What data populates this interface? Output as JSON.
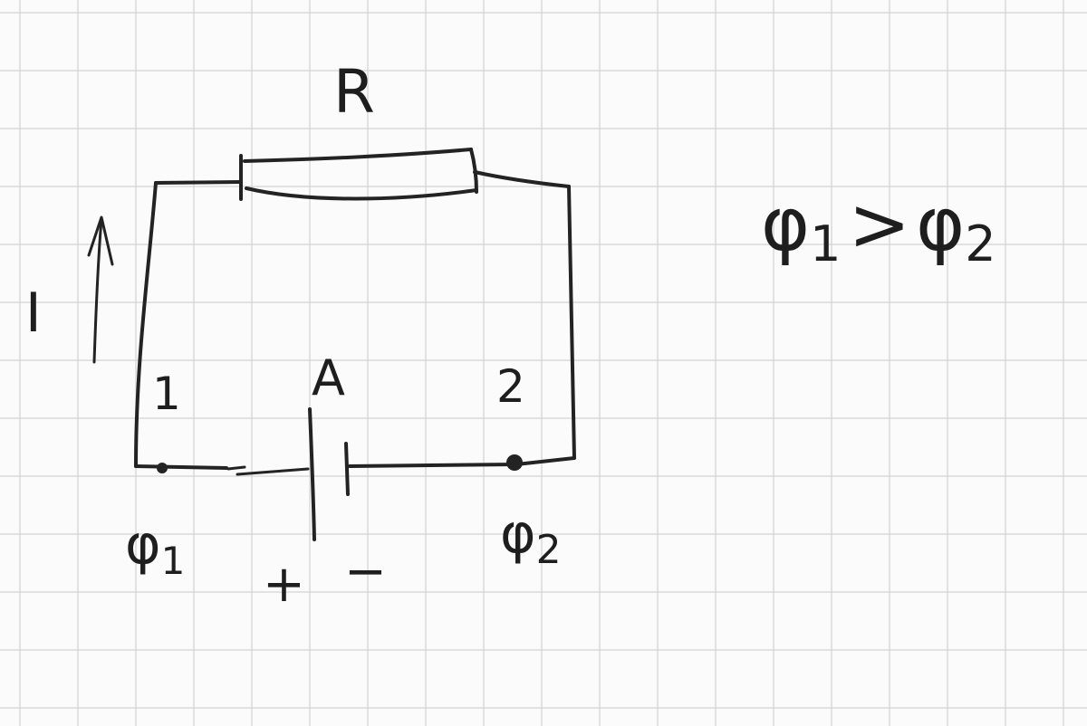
{
  "colors": {
    "paper": "#fbfbfb",
    "grid": "#d2d2d2",
    "ink": "#232323"
  },
  "labels": {
    "resistor": "R",
    "current": "I",
    "battery": "A",
    "node_left": "1",
    "node_right": "2",
    "potential_left": "φ",
    "potential_left_sub": "1",
    "potential_right": "φ",
    "potential_right_sub": "2",
    "battery_plus": "+",
    "battery_minus": "−"
  },
  "relation": {
    "left": "φ",
    "left_sub": "1",
    "op": ">",
    "right": "φ",
    "right_sub": "2"
  }
}
